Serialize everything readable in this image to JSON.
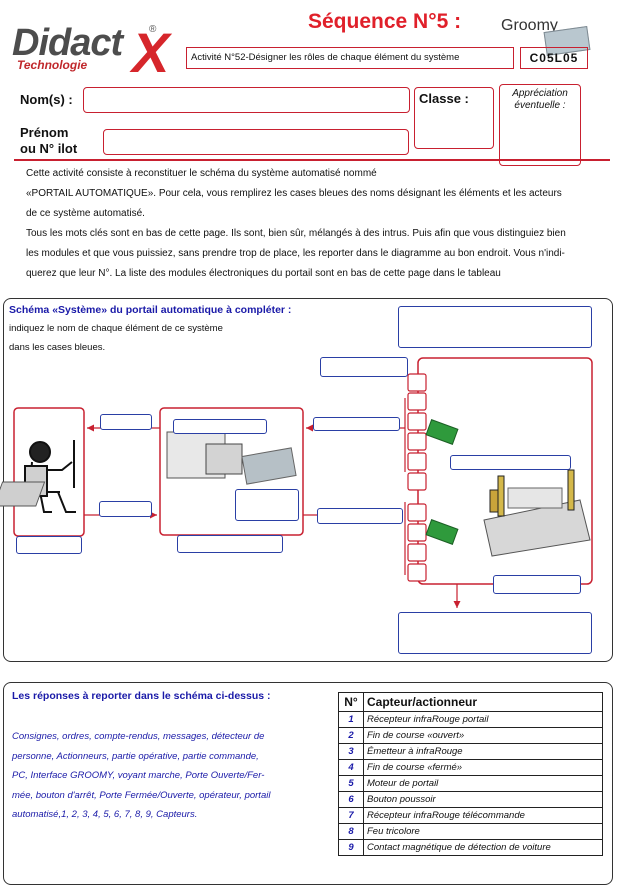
{
  "header": {
    "logo_word": "Didact",
    "logo_x": "X",
    "logo_sub": "Technologie",
    "sequence": "Séquence N°5 :",
    "groomy": "Groomy",
    "activity": "Activité N°52-Désigner les rôles de chaque élément du système",
    "code": "C05L05"
  },
  "form": {
    "name_label": "Nom(s) :",
    "class_label": "Classe :",
    "appreciation_label": "Appréciation éventuelle :",
    "firstname_label_1": "Prénom",
    "firstname_label_2": "ou N° ilot"
  },
  "intro": {
    "line1": "Cette activité consiste à reconstituer le schéma du système automatisé nommé",
    "line2": "«PORTAIL AUTOMATIQUE». Pour cela, vous remplirez les cases bleues des noms désignant les éléments et les acteurs",
    "line3": "de ce système automatisé.",
    "line4": "Tous les mots clés sont en bas de cette page. Ils sont, bien sûr, mélangés à des intrus. Puis afin que vous distinguiez bien",
    "line5": "les modules et que vous puissiez, sans prendre trop de place, les reporter dans le diagramme au bon endroit. Vous n'indi-",
    "line6": "querez que leur N°. La liste des modules électroniques du portail sont en bas de cette page dans le tableau"
  },
  "schema": {
    "title": "Schéma «Système» du portail automatique à compléter :",
    "sub1": "indiquez le nom de chaque élément de ce système",
    "sub2": "dans les cases bleues."
  },
  "answers": {
    "title": "Les réponses à reporter dans le schéma ci-dessus :",
    "lines": [
      "Consignes, ordres, compte-rendus, messages, détecteur de",
      "personne, Actionneurs, partie opérative, partie commande,",
      "PC, Interface GROOMY, voyant marche, Porte Ouverte/Fer-",
      "mée, bouton d'arrêt, Porte Fermée/Ouverte, opérateur, portail",
      "automatisé,1, 2, 3, 4, 5, 6, 7, 8, 9, Capteurs."
    ]
  },
  "table": {
    "col_n": "N°",
    "col_label": "Capteur/actionneur",
    "rows": [
      {
        "n": "1",
        "label": "Récepteur infraRouge portail"
      },
      {
        "n": "2",
        "label": "Fin de course «ouvert»"
      },
      {
        "n": "3",
        "label": "Émetteur à infraRouge"
      },
      {
        "n": "4",
        "label": "Fin de course «fermé»"
      },
      {
        "n": "5",
        "label": "Moteur de portail"
      },
      {
        "n": "6",
        "label": "Bouton poussoir"
      },
      {
        "n": "7",
        "label": "Récepteur infraRouge télécommande"
      },
      {
        "n": "8",
        "label": "Feu tricolore"
      },
      {
        "n": "9",
        "label": "Contact magnétique de détection de voiture"
      }
    ]
  }
}
